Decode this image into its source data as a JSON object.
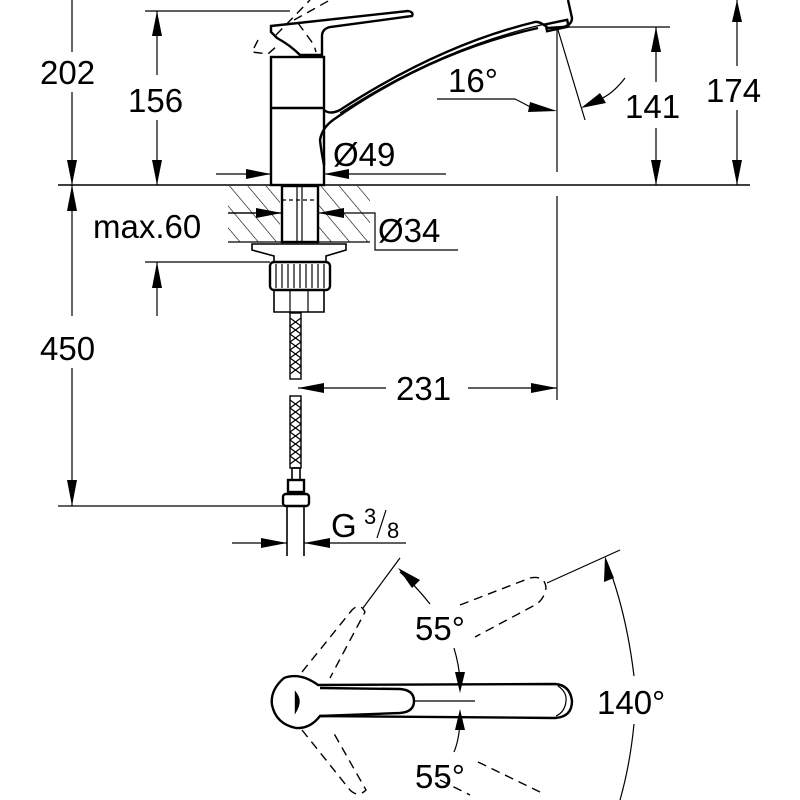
{
  "drawing": {
    "title": "Single-lever sink mixer dimension drawing",
    "colors": {
      "line": "#000000",
      "background": "#ffffff"
    },
    "side_view": {
      "dimensions": {
        "total_height": "202",
        "body_height": "156",
        "spout_outlet_height": "141",
        "lever_height": "174",
        "spout_angle": "16°",
        "body_diameter": "Ø49",
        "mounting_hole_diameter": "Ø34",
        "max_deck_thickness": "max.60",
        "hose_length": "450",
        "spout_reach": "231",
        "connection_thread_main": "G",
        "connection_thread_num": "3",
        "connection_thread_den": "8"
      }
    },
    "top_view": {
      "dimensions": {
        "lever_angle_upper": "55°",
        "lever_angle_lower": "55°",
        "total_swivel_angle": "140°"
      }
    }
  }
}
